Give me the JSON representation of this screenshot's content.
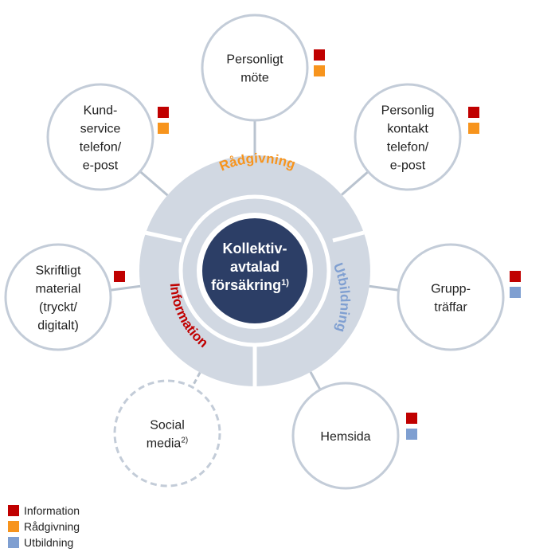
{
  "colors": {
    "information": "#c00000",
    "radgivning": "#f7941d",
    "utbildning": "#7f9fd1",
    "ring": "#d1d8e2",
    "ring_stroke": "#ffffff",
    "node_stroke": "#c3ccd8",
    "connector": "#b9c3cf",
    "center": "#2c3e66"
  },
  "center": {
    "line1": "Kollektiv-",
    "line2": "avtalad",
    "line3": "försäkring",
    "sup": "1)"
  },
  "ring_labels": {
    "radgivning": "Rådgivning",
    "information": "Information",
    "utbildning": "Utbildning"
  },
  "nodes": [
    {
      "id": "personligt-mote",
      "lines": [
        "Personligt",
        "möte"
      ],
      "markers": [
        "information",
        "radgivning"
      ]
    },
    {
      "id": "personlig-kontakt",
      "lines": [
        "Personlig",
        "kontakt",
        "telefon/",
        "e-post"
      ],
      "markers": [
        "information",
        "radgivning"
      ]
    },
    {
      "id": "grupptraffar",
      "lines": [
        "Grupp-",
        "träffar"
      ],
      "markers": [
        "information",
        "utbildning"
      ]
    },
    {
      "id": "hemsida",
      "lines": [
        "Hemsida"
      ],
      "markers": [
        "information",
        "utbildning"
      ]
    },
    {
      "id": "social-media",
      "lines": [
        "Social",
        "media"
      ],
      "sup": "2)",
      "dashed": true,
      "markers": []
    },
    {
      "id": "skriftligt-material",
      "lines": [
        "Skriftligt",
        "material",
        "(tryckt/",
        "digitalt)"
      ],
      "markers": [
        "information"
      ]
    },
    {
      "id": "kundservice",
      "lines": [
        "Kund-",
        "service",
        "telefon/",
        "e-post"
      ],
      "markers": [
        "information",
        "radgivning"
      ]
    }
  ],
  "legend": [
    {
      "key": "information",
      "label": "Information"
    },
    {
      "key": "radgivning",
      "label": "Rådgivning"
    },
    {
      "key": "utbildning",
      "label": "Utbildning"
    }
  ]
}
